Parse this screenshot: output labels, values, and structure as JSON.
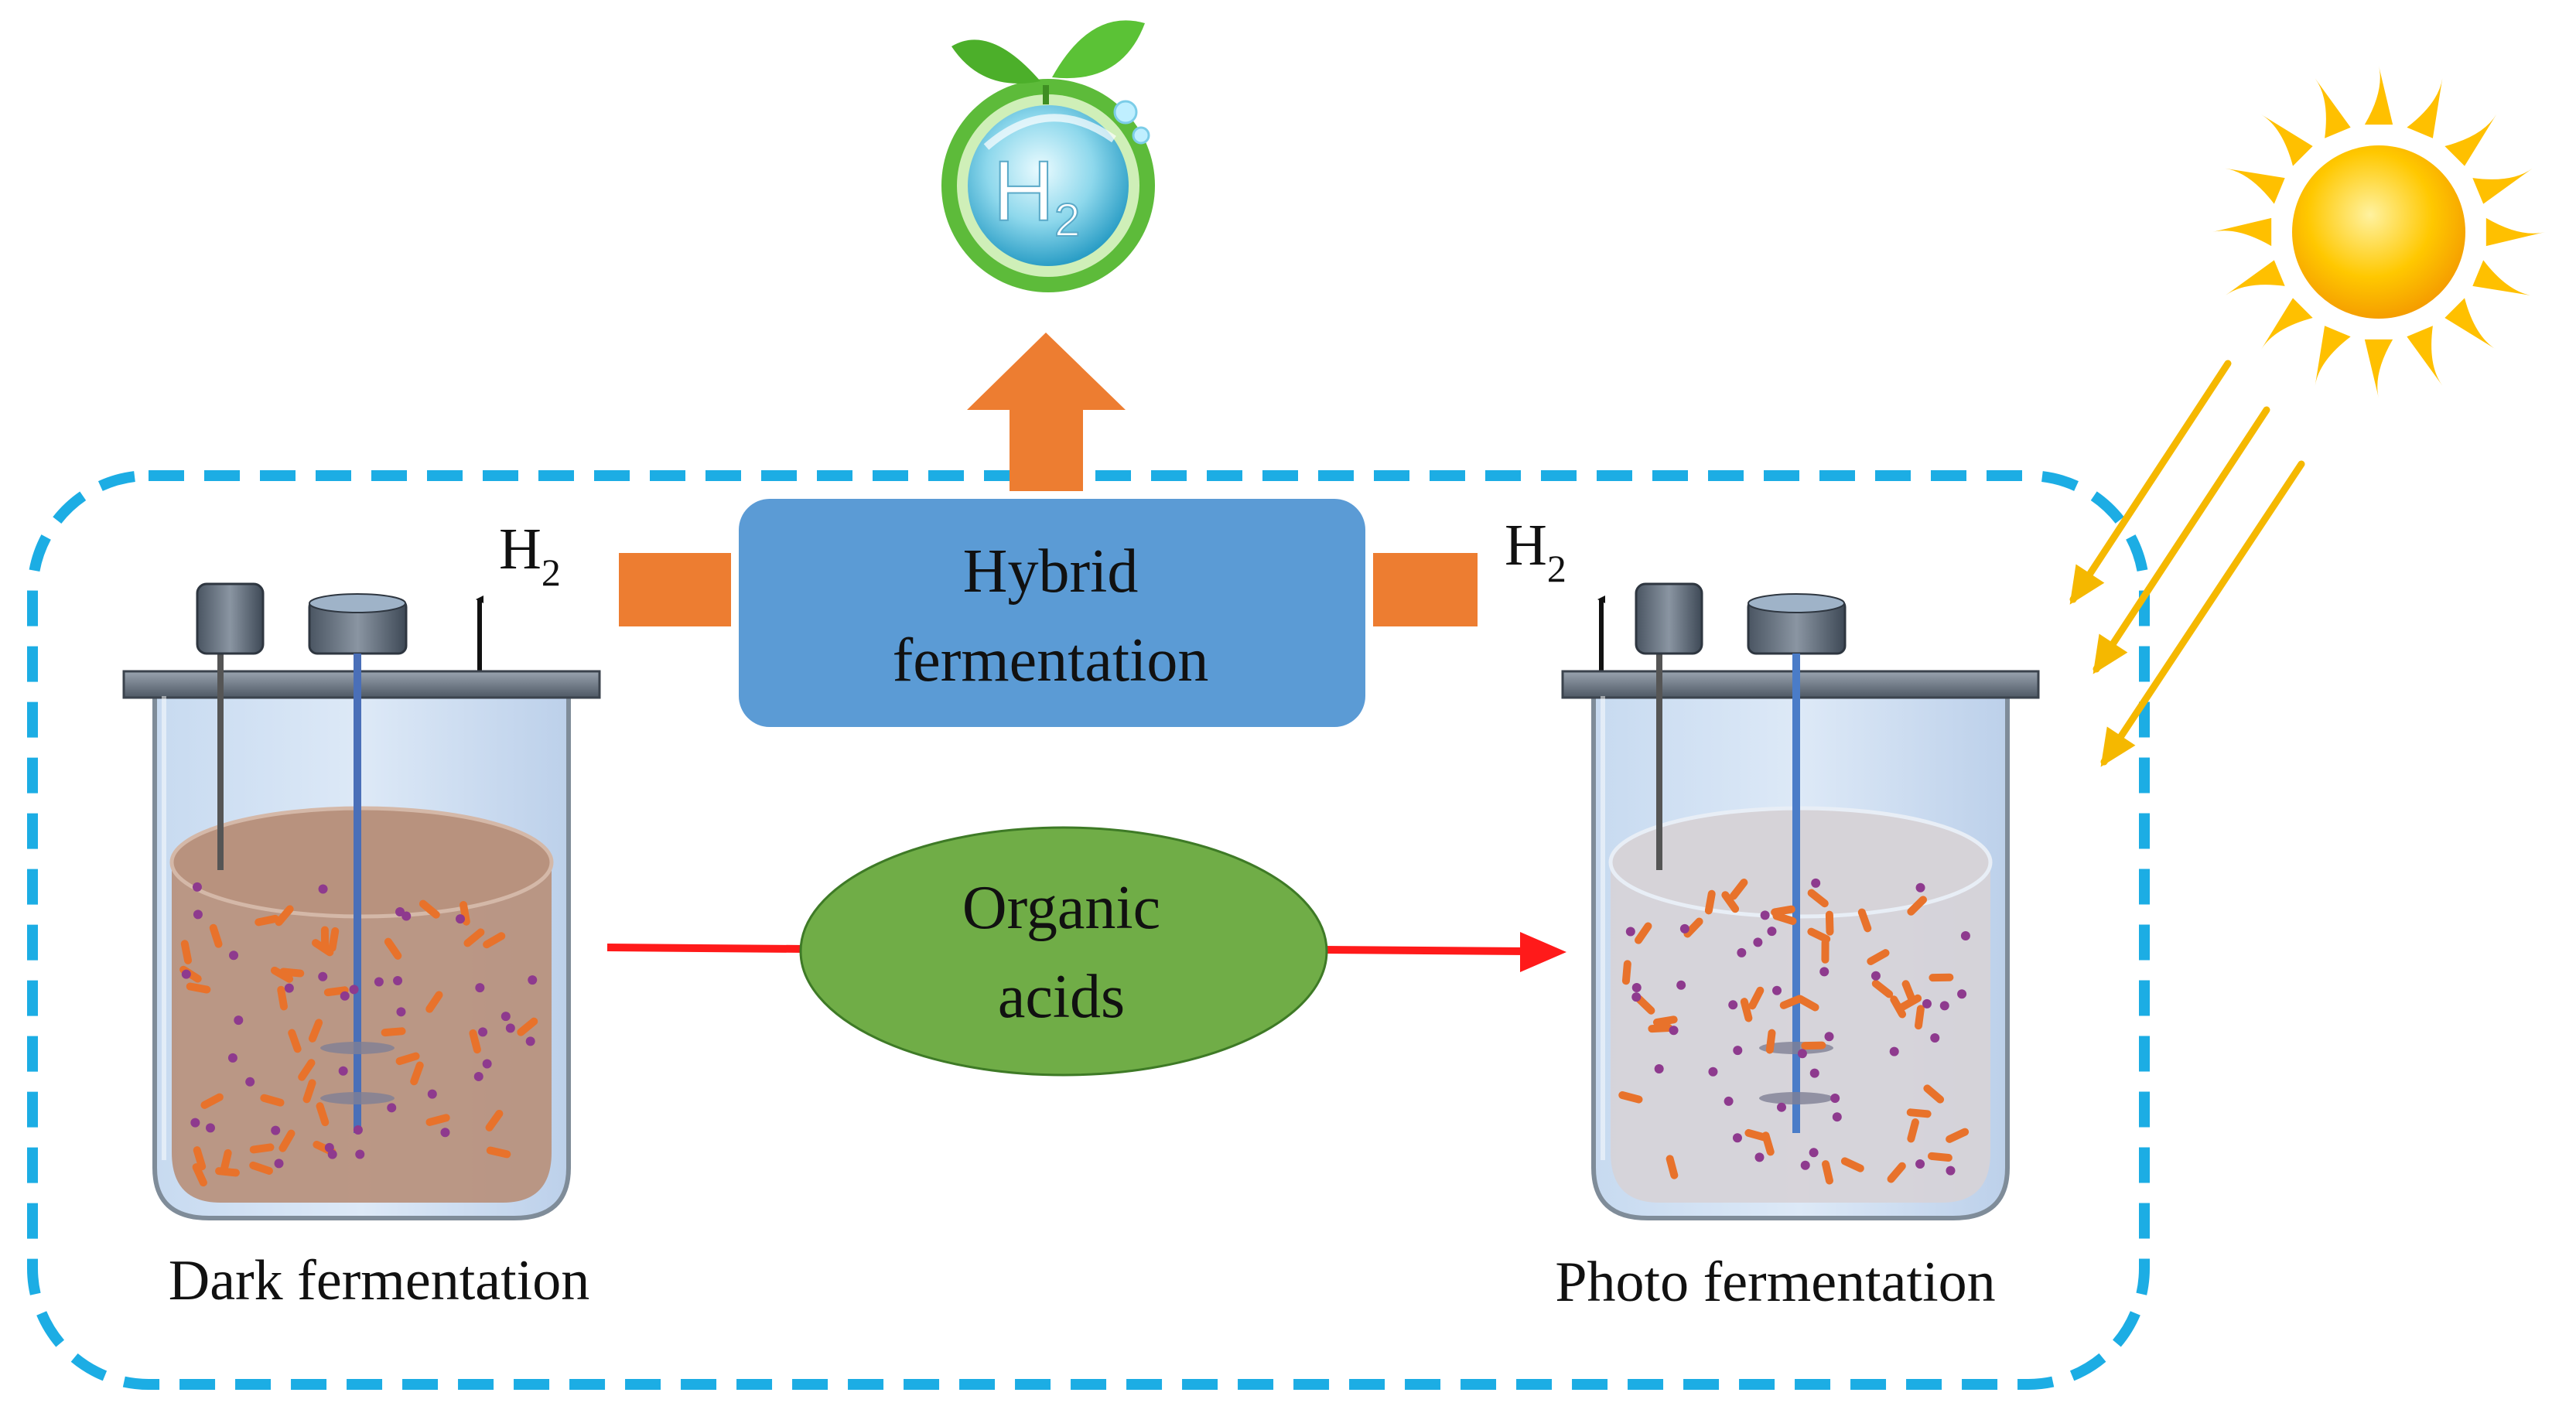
{
  "labels": {
    "hybrid_line1": "Hybrid",
    "hybrid_line2": "fermentation",
    "organic_line1": "Organic",
    "organic_line2": "acids",
    "dark": "Dark fermentation",
    "photo": "Photo fermentation",
    "h2_symbol": "H",
    "h2_subscript": "2",
    "badge_symbol": "H",
    "badge_subscript": "2"
  },
  "colors": {
    "dashed_border": "#1CADE4",
    "hybrid_box": "#5B9BD5",
    "organic_ellipse": "#70AD47",
    "orange_connector": "#ED7D31",
    "red_arrow": "#FF1A1A",
    "sun": "#FFC000",
    "sun_rays": "#F5B800",
    "dark_liquid": "#B8927E",
    "photo_liquid": "#D6D3D8",
    "microbe_rod": "#E8722B",
    "microbe_dot": "#8E3A8E",
    "leaf": "#4CAF2A"
  }
}
